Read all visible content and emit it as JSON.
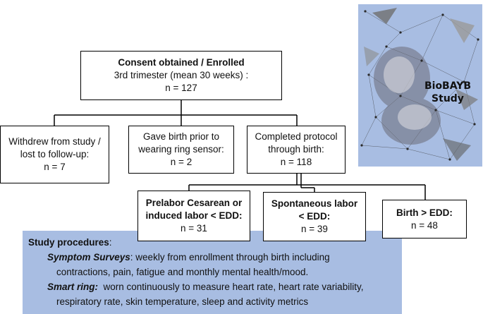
{
  "enrolled": {
    "title": "Consent obtained / Enrolled",
    "line": "3rd trimester (mean 30 weeks) :",
    "n": "n = 127"
  },
  "withdrew": {
    "line1": "Withdrew from study /",
    "line2": "lost to follow-up:",
    "n": "n = 7"
  },
  "gave_birth": {
    "line1": "Gave birth prior to",
    "line2": "wearing ring sensor:",
    "n": "n = 2"
  },
  "completed": {
    "line1": "Completed protocol",
    "line2": "through birth:",
    "n": "n = 118"
  },
  "prelabor": {
    "line1": "Prelabor Cesarean or",
    "line2": "induced labor < EDD:",
    "n": "n = 31"
  },
  "spontaneous": {
    "line1": "Spontaneous labor",
    "line2": "< EDD:",
    "n": "n = 39"
  },
  "birth_after": {
    "line1": "Birth > EDD:",
    "n": "n = 48"
  },
  "procedures": {
    "heading": "Study procedures",
    "heading_suffix": ":",
    "survey_label": "Symptom Surveys",
    "survey_text1": ": weekly from enrollment through birth including",
    "survey_text2": "contractions, pain, fatigue and monthly mental health/mood.",
    "ring_label": "Smart ring:",
    "ring_text1": "  worn continuously to measure heart rate, heart rate variability,",
    "ring_text2": "respiratory rate, skin temperature, sleep and activity metrics"
  },
  "study_art": {
    "line1": "BioBAYB",
    "line2": "Study",
    "background_color": "#a8bde2"
  },
  "colors": {
    "procedures_bg": "#a8bde2",
    "border": "#000000"
  }
}
